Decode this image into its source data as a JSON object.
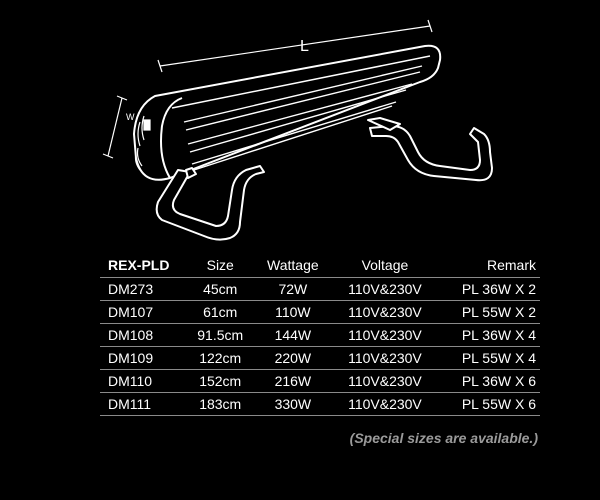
{
  "diagram": {
    "length_label": "L",
    "width_label": "W"
  },
  "table": {
    "headers": [
      "REX-PLD",
      "Size",
      "Wattage",
      "Voltage",
      "Remark"
    ],
    "rows": [
      [
        "DM273",
        "45cm",
        "72W",
        "110V&230V",
        "PL 36W X 2"
      ],
      [
        "DM107",
        "61cm",
        "110W",
        "110V&230V",
        "PL 55W X 2"
      ],
      [
        "DM108",
        "91.5cm",
        "144W",
        "110V&230V",
        "PL 36W X 4"
      ],
      [
        "DM109",
        "122cm",
        "220W",
        "110V&230V",
        "PL 55W X 4"
      ],
      [
        "DM110",
        "152cm",
        "216W",
        "110V&230V",
        "PL 36W X 6"
      ],
      [
        "DM111",
        "183cm",
        "330W",
        "110V&230V",
        "PL 55W X 6"
      ]
    ]
  },
  "footnote": "(Special sizes are available.)",
  "colors": {
    "background": "#000000",
    "text": "#ffffff",
    "rule": "#8a8a8a",
    "footnote": "#9a9a9a"
  }
}
